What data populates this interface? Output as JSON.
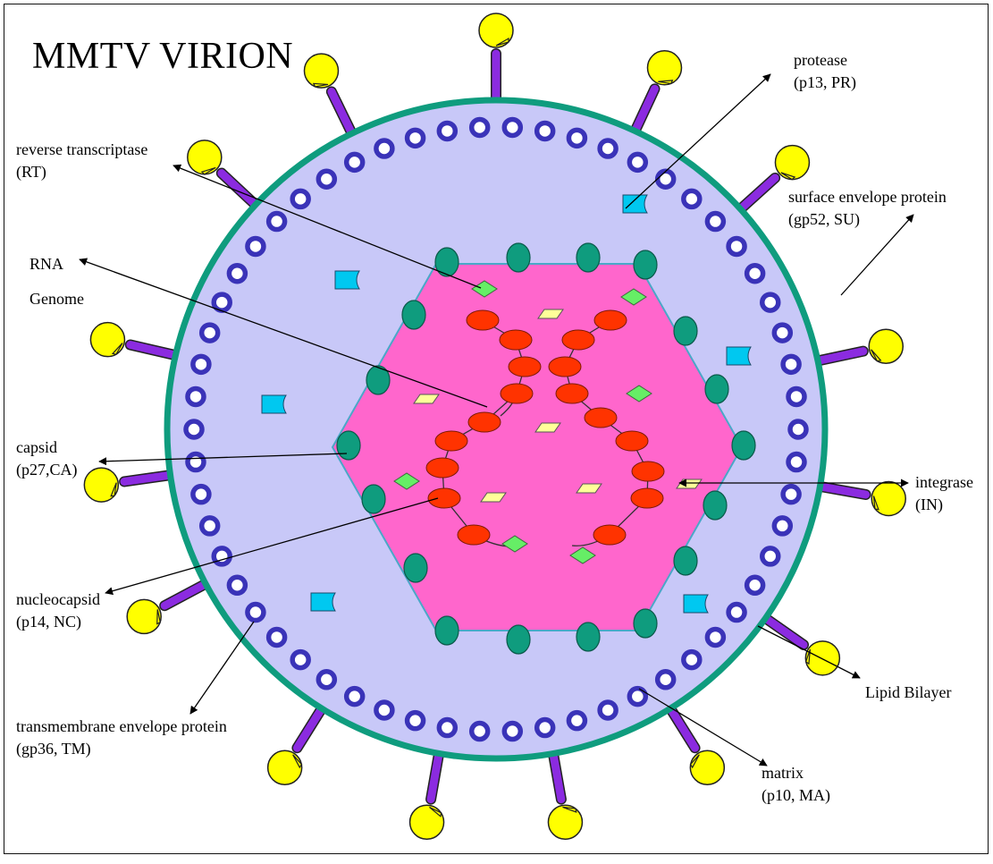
{
  "title": "MMTV VIRION",
  "labels": {
    "protease": {
      "line1": "protease",
      "line2": "(p13, PR)"
    },
    "reverse_transcriptase": {
      "line1": "reverse transcriptase",
      "line2": "(RT)"
    },
    "surface_envelope": {
      "line1": "surface envelope protein",
      "line2": "(gp52, SU)"
    },
    "rna": {
      "line1": "RNA",
      "line2": "Genome"
    },
    "capsid": {
      "line1": "capsid",
      "line2": "(p27,CA)"
    },
    "integrase": {
      "line1": "integrase",
      "line2": "(IN)"
    },
    "nucleocapsid": {
      "line1": "nucleocapsid",
      "line2": "(p14, NC)"
    },
    "lipid_bilayer": {
      "line1": "Lipid Bilayer"
    },
    "transmembrane": {
      "line1": "transmembrane envelope protein",
      "line2": "(gp36, TM)"
    },
    "matrix": {
      "line1": "matrix",
      "line2": "(p10, MA)"
    }
  },
  "colors": {
    "membrane": "#0f9c7e",
    "interior": "#c8c8f8",
    "capsid_fill": "#ff66cc",
    "capsid_edge": "#4aa8c8",
    "matrix_ring": "#3a33b8",
    "capsid_protein": "#0f9c7e",
    "nucleocapsid": "#ff3300",
    "integrase_chip": "#ffff99",
    "rt_diamond": "#66ee66",
    "protease": "#00c8f0",
    "envelope_stem": "#8b2be0",
    "envelope_head": "#ffff00",
    "arrow": "#000000"
  },
  "icons": [
    "envelope-glycoprotein-icon",
    "matrix-ring-icon",
    "capsid-protein-icon",
    "nucleocapsid-icon",
    "integrase-icon",
    "reverse-transcriptase-icon",
    "protease-icon"
  ]
}
